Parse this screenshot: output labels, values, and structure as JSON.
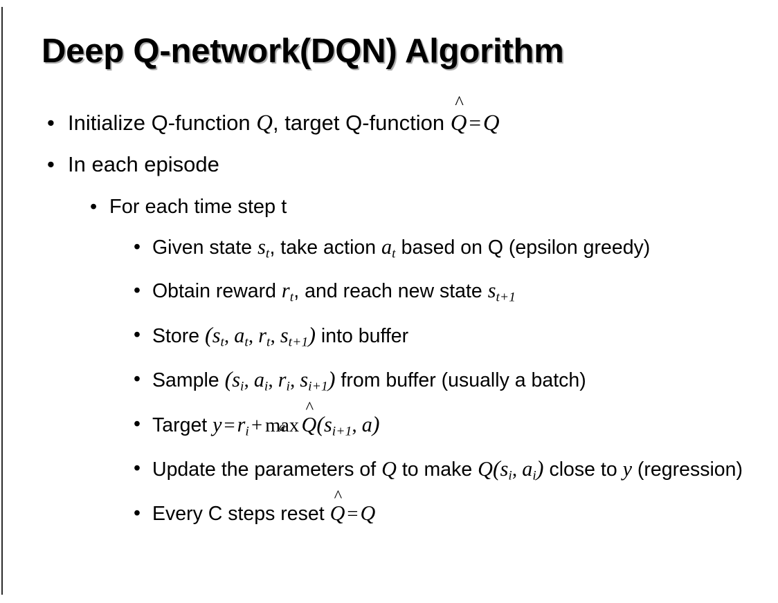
{
  "slide": {
    "title": "Deep Q-network(DQN) Algorithm",
    "background_color": "#ffffff",
    "text_color": "#000000",
    "left_rule_color": "#2b2b2b",
    "bullet_glyph": "•"
  },
  "bullets": {
    "b1": {
      "level": 1,
      "text_parts": {
        "p1": "Initialize Q-function ",
        "var_q1": "Q",
        "p2": ", target Q-function ",
        "var_qhat": "Q",
        "hat": "̂",
        "eq": "=",
        "var_q2": "Q"
      },
      "plain": "Initialize Q-function Q, target Q-function Q̂ = Q"
    },
    "b2": {
      "level": 1,
      "plain": "In each episode"
    },
    "b3": {
      "level": 2,
      "plain": "For each time step t"
    },
    "b4": {
      "level": 3,
      "text_parts": {
        "p1": "Given state ",
        "s": "s",
        "s_sub": "t",
        "p2": ", take action ",
        "a": "a",
        "a_sub": "t",
        "p3": " based on Q (epsilon greedy)"
      },
      "plain": "Given state s_t, take action a_t based on Q (epsilon greedy)"
    },
    "b5": {
      "level": 3,
      "text_parts": {
        "p1": "Obtain reward ",
        "r": "r",
        "r_sub": "t",
        "p2": ", and reach new state ",
        "s": "s",
        "s_sub": "t+1"
      },
      "plain": "Obtain reward r_t, and reach new state s_{t+1}"
    },
    "b6": {
      "level": 3,
      "text_parts": {
        "p1": "Store ",
        "open": "(",
        "s": "s",
        "s_sub": "t",
        "c1": ", ",
        "a": "a",
        "a_sub": "t",
        "c2": ", ",
        "r": "r",
        "r_sub": "t",
        "c3": ", ",
        "s2": "s",
        "s2_sub": "t+1",
        "close": ")",
        "p2": " into buffer"
      },
      "plain": "Store (s_t, a_t, r_t, s_{t+1}) into buffer"
    },
    "b7": {
      "level": 3,
      "text_parts": {
        "p1": "Sample ",
        "open": "(",
        "s": "s",
        "s_sub": "i",
        "c1": ", ",
        "a": "a",
        "a_sub": "i",
        "c2": ", ",
        "r": "r",
        "r_sub": "i",
        "c3": ", ",
        "s2": "s",
        "s2_sub": "i+1",
        "close": ")",
        "p2": " from buffer (usually a batch)"
      },
      "plain": "Sample (s_i, a_i, r_i, s_{i+1}) from buffer (usually a batch)"
    },
    "b8": {
      "level": 3,
      "text_parts": {
        "p1": "Target ",
        "y": "y",
        "eq": "=",
        "r": "r",
        "r_sub": "i",
        "plus": "+",
        "max": "max",
        "max_sub": "a",
        "qhat": "Q",
        "hat": "̂",
        "open": "(",
        "s": "s",
        "s_sub": "i+1",
        "c1": ", ",
        "a": "a",
        "close": ")"
      },
      "plain": "Target y = r_i + max_a Q̂(s_{i+1}, a)"
    },
    "b9": {
      "level": 3,
      "text_parts": {
        "p1": "Update the parameters of ",
        "q1": "Q",
        "p2": " to make ",
        "q2": "Q",
        "open": "(",
        "s": "s",
        "s_sub": "i",
        "c1": ", ",
        "a": "a",
        "a_sub": "i",
        "close": ")",
        "p3": " close to ",
        "y": "y",
        "p4": " (regression)"
      },
      "plain": "Update the parameters of Q to make Q(s_i, a_i) close to y (regression)"
    },
    "b10": {
      "level": 3,
      "text_parts": {
        "p1": "Every C steps reset ",
        "qhat": "Q",
        "hat": "̂",
        "eq": "=",
        "q": "Q"
      },
      "plain": "Every C steps reset Q̂ = Q"
    }
  }
}
